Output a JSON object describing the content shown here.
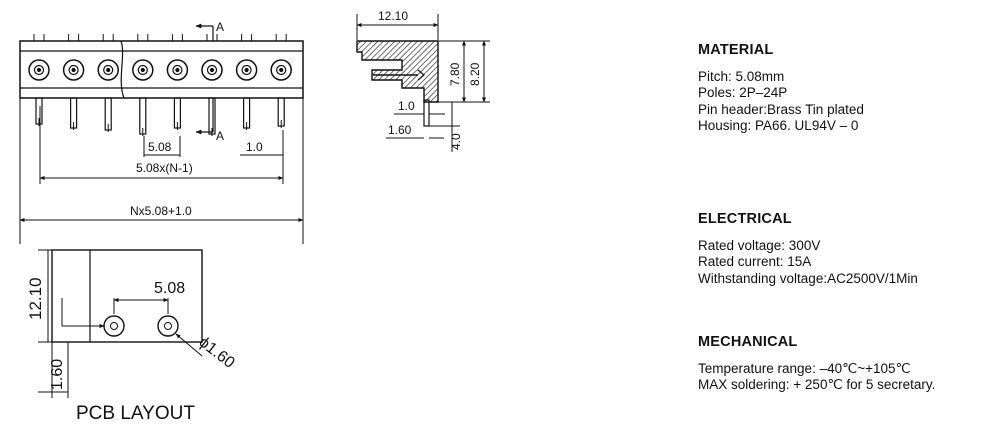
{
  "drawing": {
    "front_view": {
      "section_marker": "A",
      "dim_pitch": "5.08",
      "dim_end_offset": "1.0",
      "dim_pitch_span": "5.08x(N-1)",
      "dim_overall": "Nx5.08+1.0"
    },
    "side_view": {
      "dim_depth": "12.10",
      "dim_pin_height": "7.80",
      "dim_total_height": "8.20",
      "dim_pin_offset": "1.0",
      "dim_pin_dia": "1.60",
      "dim_pin_length": "4.0"
    },
    "pcb_layout": {
      "title": "PCB LAYOUT",
      "dim_depth": "12.10",
      "dim_pitch": "5.08",
      "dim_hole_dia": "ϕ1.60",
      "dim_edge": "1.60"
    }
  },
  "specs": {
    "material": {
      "heading": "MATERIAL",
      "lines": [
        "Pitch: 5.08mm",
        "Poles:  2P–24P",
        "Pin header:Brass Tin plated",
        "Housing: PA66. UL94V – 0"
      ]
    },
    "electrical": {
      "heading": "ELECTRICAL",
      "lines": [
        "Rated voltage: 300V",
        "Rated current:  15A",
        "Withstanding voltage:AC2500V/1Min"
      ]
    },
    "mechanical": {
      "heading": "MECHANICAL",
      "lines": [
        "Temperature range: –40℃~+105℃",
        "MAX soldering: + 250℃ for 5 secretary."
      ]
    }
  }
}
